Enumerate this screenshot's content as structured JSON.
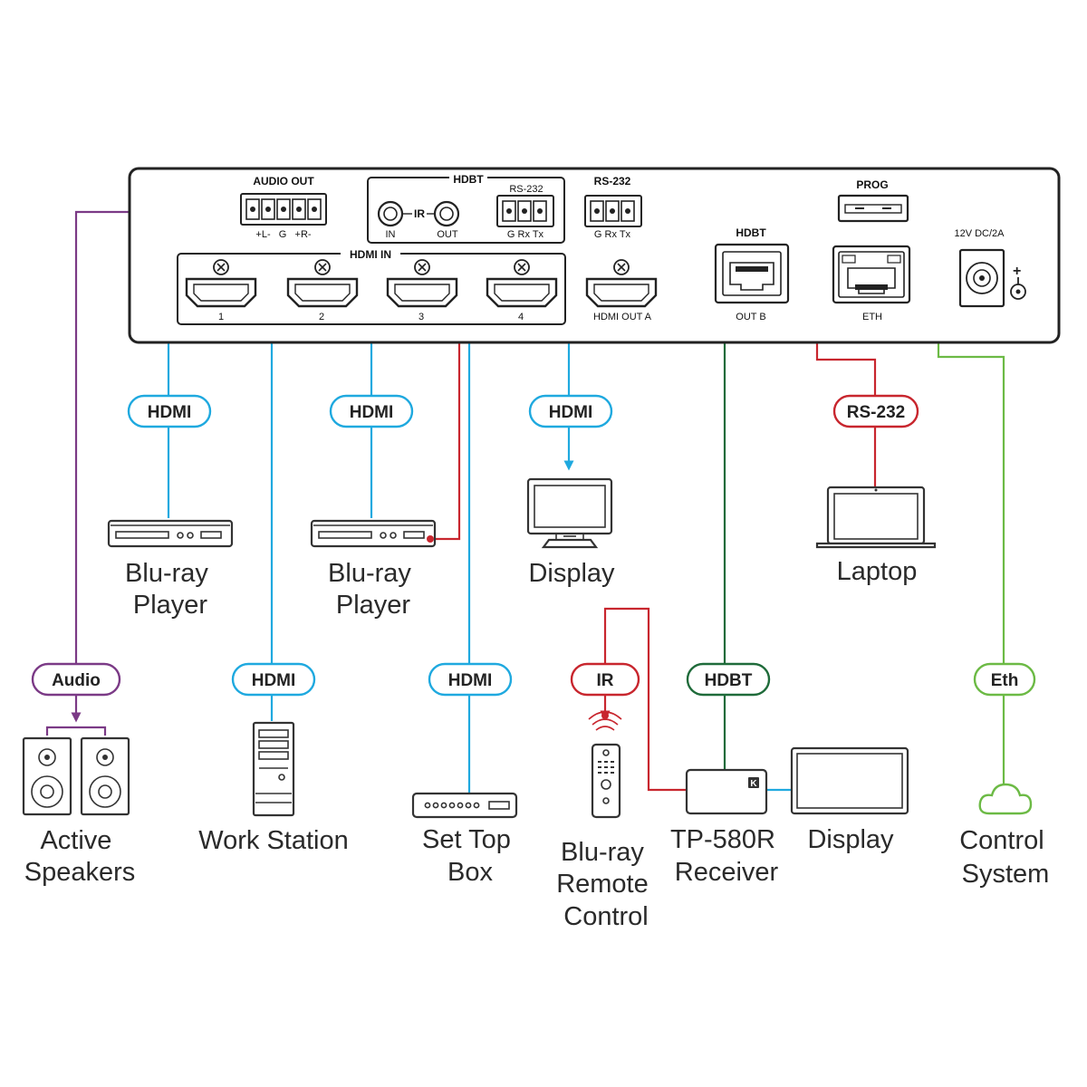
{
  "colors": {
    "hdmi": "#1fa9df",
    "rs232": "#c8262e",
    "ir": "#c8262e",
    "hdbt": "#1f6b3a",
    "eth": "#6cba45",
    "audio": "#7b3a86",
    "outline": "#222222"
  },
  "panel": {
    "audio_out": {
      "title": "AUDIO OUT",
      "pins": "+L-   G   +R-"
    },
    "hdbt_group": {
      "title": "HDBT",
      "ir_label": "IR",
      "ir_in": "IN",
      "ir_out": "OUT",
      "rs232_title": "RS-232",
      "rs232_pins": "G Rx Tx"
    },
    "rs232": {
      "title": "RS-232",
      "pins": "G Rx Tx"
    },
    "prog": {
      "title": "PROG"
    },
    "hdmi_in": {
      "title": "HDMI IN",
      "ports": [
        "1",
        "2",
        "3",
        "4"
      ]
    },
    "hdmi_out_a": {
      "label": "HDMI OUT A"
    },
    "hdbt_out": {
      "title": "HDBT",
      "label": "OUT B"
    },
    "eth": {
      "label": "ETH"
    },
    "power": {
      "label": "12V DC/2A"
    }
  },
  "badges": {
    "hdmi_in1": "HDMI",
    "hdmi_in3": "HDMI",
    "hdmi_out": "HDMI",
    "rs232": "RS-232",
    "audio": "Audio",
    "hdmi_in2": "HDMI",
    "hdmi_in4": "HDMI",
    "ir": "IR",
    "hdbt": "HDBT",
    "eth": "Eth"
  },
  "devices": {
    "bluray1": [
      "Blu-ray",
      "Player"
    ],
    "bluray2": [
      "Blu-ray",
      "Player"
    ],
    "display_top": [
      "Display"
    ],
    "laptop": [
      "Laptop"
    ],
    "speakers": [
      "Active",
      "Speakers"
    ],
    "workstation": [
      "Work Station"
    ],
    "settopbox": [
      "Set Top",
      "Box"
    ],
    "remote": [
      "Blu-ray",
      "Remote",
      "Control"
    ],
    "receiver": [
      "TP-580R",
      "Receiver"
    ],
    "display_bottom": [
      "Display"
    ],
    "control": [
      "Control",
      "System"
    ]
  }
}
